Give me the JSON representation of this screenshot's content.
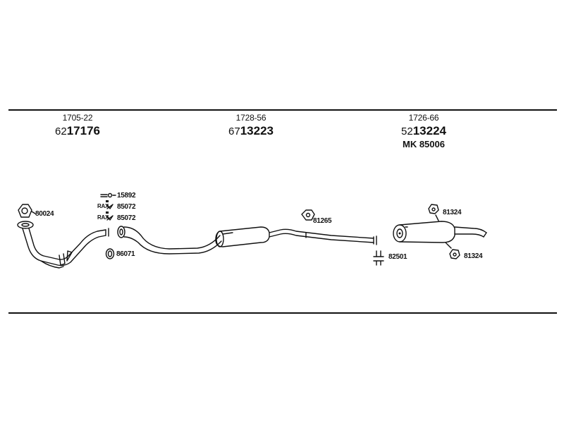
{
  "sections": [
    {
      "code": "1705-22",
      "prefix": "62",
      "number": "17176"
    },
    {
      "code": "1728-56",
      "prefix": "67",
      "number": "13223"
    },
    {
      "code": "1726-66",
      "prefix": "52",
      "number": "13224",
      "extra": "MK  85006"
    }
  ],
  "parts": {
    "p80024": "80024",
    "p15892": "15892",
    "p85072a": "85072",
    "p85072b": "85072",
    "p86071": "86071",
    "p81265": "81265",
    "p82501": "82501",
    "p81324a": "81324",
    "p81324b": "81324"
  }
}
